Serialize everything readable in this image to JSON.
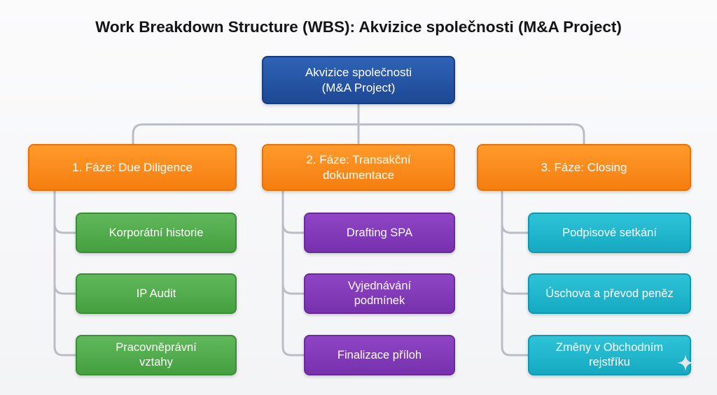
{
  "title": "Work Breakdown Structure (WBS): Akvizice společnosti (M&A Project)",
  "root": {
    "line1": "Akvizice společnosti",
    "line2": "(M&A Project)"
  },
  "phases": [
    {
      "line1": "1. Fáze: Due Diligence",
      "line2": ""
    },
    {
      "line1": "2. Fáze: Transakční",
      "line2": "dokumentace"
    },
    {
      "line1": "3. Fáze: Closing",
      "line2": ""
    }
  ],
  "tasks": [
    [
      {
        "line1": "Korporátní historie",
        "line2": ""
      },
      {
        "line1": "IP Audit",
        "line2": ""
      },
      {
        "line1": "Pracovněprávní",
        "line2": "vztahy"
      }
    ],
    [
      {
        "line1": "Drafting SPA",
        "line2": ""
      },
      {
        "line1": "Vyjednávání",
        "line2": "podmínek"
      },
      {
        "line1": "Finalizace příloh",
        "line2": ""
      }
    ],
    [
      {
        "line1": "Podpisové setkání",
        "line2": ""
      },
      {
        "line1": "Úschova a převod peněz",
        "line2": ""
      },
      {
        "line1": "Změny v Obchodním",
        "line2": "rejstříku"
      }
    ]
  ],
  "colors": {
    "root": "#2254a6",
    "phase": "#f7861a",
    "task_col1": "#4fa94a",
    "task_col2": "#8136b8",
    "task_col3": "#1db4cc",
    "connector": "#b9bec6"
  },
  "icons": {
    "corner": "sparkle-icon"
  }
}
